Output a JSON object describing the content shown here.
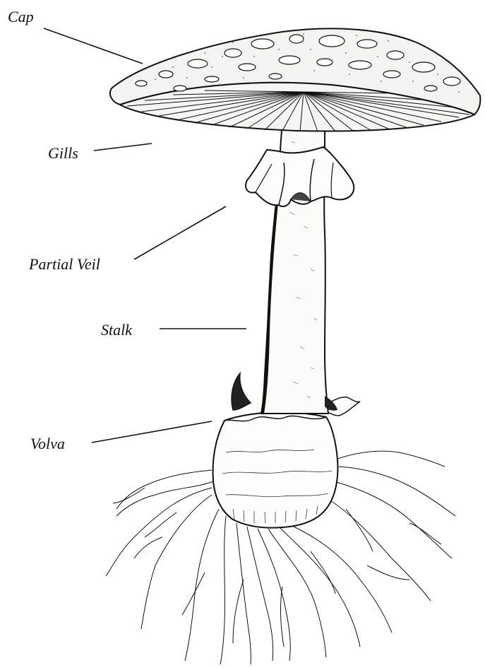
{
  "diagram": {
    "labels": {
      "cap": "Cap",
      "gills": "Gills",
      "partial_veil": "Partial Veil",
      "stalk": "Stalk",
      "volva": "Volva"
    }
  },
  "colors": {
    "ink": "#111111",
    "background": "#ffffff"
  }
}
